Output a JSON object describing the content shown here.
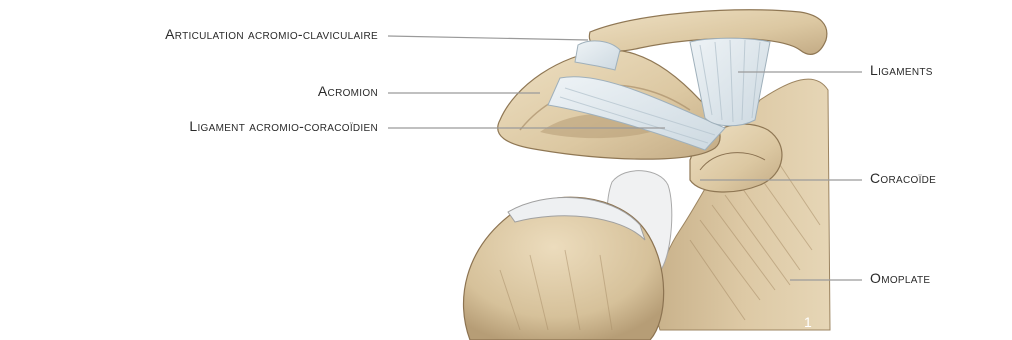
{
  "labels": {
    "left": [
      "Articulation acromio-claviculaire",
      "Acromion",
      "Ligament acromio-coracoïdien"
    ],
    "right": [
      "Ligaments",
      "Coracoïde",
      "Omoplate"
    ]
  },
  "figure_number": "1",
  "colors": {
    "bone": "#e2d0ad",
    "bone_shadow": "#b59c76",
    "ligament": "#dfe8ee",
    "cartilage": "#f2f3f4",
    "leader_line": "#9a9a9a",
    "text": "#2a2a2a"
  }
}
